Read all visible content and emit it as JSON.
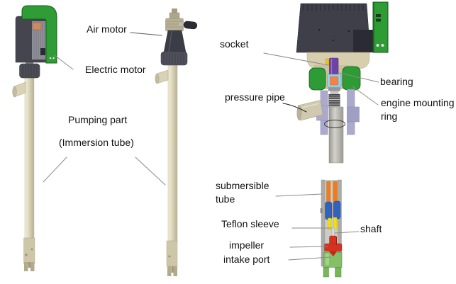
{
  "diagram": {
    "subject": "drum-pump components diagram",
    "views": [
      "full pumps (electric and air motor)",
      "upper cutaway of motor coupling",
      "lower cutaway of submersible tube"
    ]
  },
  "labels": {
    "air_motor": "Air motor",
    "electric_motor": "Electric motor",
    "pumping_part": "Pumping part",
    "immersion_tube": "(Immersion tube)",
    "socket": "socket",
    "bearing": "bearing",
    "pressure_pipe": "pressure pipe",
    "engine_mounting_ring": {
      "line1": "engine mounting",
      "line2": "ring"
    },
    "submersible_tube": {
      "line1": "submersible",
      "line2": "tube"
    },
    "teflon_sleeve": "Teflon sleeve",
    "shaft": "shaft",
    "impeller": "impeller",
    "intake_port": "intake port"
  },
  "colors": {
    "motor_green": "#2e9c34",
    "motor_body_dark": "#3f3f4a",
    "tube_cream": "#ded8bd",
    "socket_purple": "#6f43a4",
    "socket_yellow": "#e5c41c",
    "bearing_blue": "#93d4ea",
    "bearing_orange": "#ee8449",
    "housing_lavender": "#abaacd",
    "inner_tube_orange": "#ee7d20",
    "sleeve_blue": "#2f63be",
    "teflon_yellow": "#eedf1e",
    "impeller_red": "#d43320",
    "intake_green": "#85bf68",
    "leader_gray": "#8a8a8a",
    "text": "#111111"
  }
}
